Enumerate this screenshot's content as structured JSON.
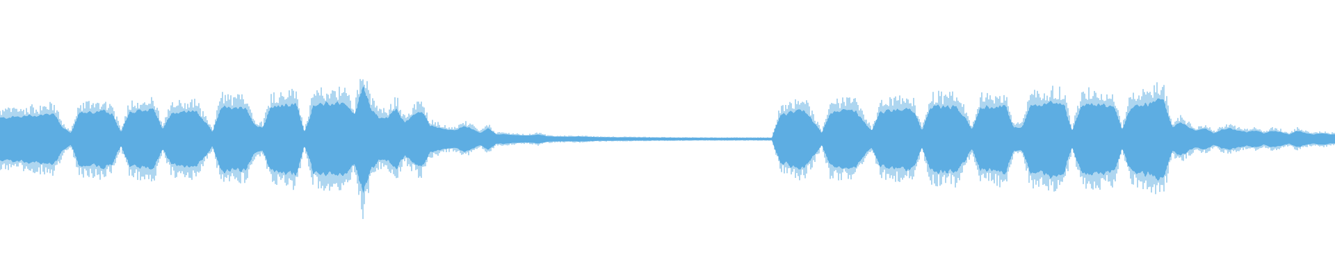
{
  "waveform": {
    "color": "#5DADE2",
    "background": "#FFFFFF",
    "amplitude_envelope": [
      0.18,
      0.19,
      0.19,
      0.2,
      0.2,
      0.21,
      0.22,
      0.1,
      0.05,
      0.22,
      0.23,
      0.23,
      0.24,
      0.2,
      0.06,
      0.23,
      0.24,
      0.24,
      0.25,
      0.08,
      0.22,
      0.23,
      0.23,
      0.24,
      0.15,
      0.06,
      0.28,
      0.26,
      0.26,
      0.27,
      0.12,
      0.1,
      0.28,
      0.28,
      0.29,
      0.3,
      0.06,
      0.27,
      0.3,
      0.3,
      0.31,
      0.3,
      0.2,
      0.47,
      0.25,
      0.18,
      0.18,
      0.26,
      0.14,
      0.2,
      0.24,
      0.12,
      0.1,
      0.08,
      0.07,
      0.11,
      0.09,
      0.05,
      0.09,
      0.04,
      0.04,
      0.035,
      0.03,
      0.03,
      0.04,
      0.025,
      0.02,
      0.02,
      0.02,
      0.022,
      0.018,
      0.016,
      0.015,
      0.015,
      0.014,
      0.014,
      0.013,
      0.013,
      0.012,
      0.012,
      0.012,
      0.011,
      0.011,
      0.011,
      0.01,
      0.01,
      0.01,
      0.01,
      0.01,
      0.01,
      0.01,
      0.01,
      0.01,
      0.2,
      0.22,
      0.24,
      0.24,
      0.15,
      0.05,
      0.23,
      0.24,
      0.24,
      0.24,
      0.15,
      0.07,
      0.23,
      0.24,
      0.25,
      0.26,
      0.24,
      0.07,
      0.27,
      0.28,
      0.27,
      0.28,
      0.2,
      0.08,
      0.27,
      0.27,
      0.28,
      0.28,
      0.1,
      0.1,
      0.29,
      0.28,
      0.3,
      0.32,
      0.3,
      0.07,
      0.27,
      0.3,
      0.3,
      0.29,
      0.28,
      0.08,
      0.27,
      0.29,
      0.3,
      0.33,
      0.33,
      0.1,
      0.14,
      0.1,
      0.07,
      0.09,
      0.05,
      0.08,
      0.09,
      0.07,
      0.06,
      0.07,
      0.05,
      0.07,
      0.06,
      0.04,
      0.07,
      0.05,
      0.04,
      0.05,
      0.04
    ]
  }
}
